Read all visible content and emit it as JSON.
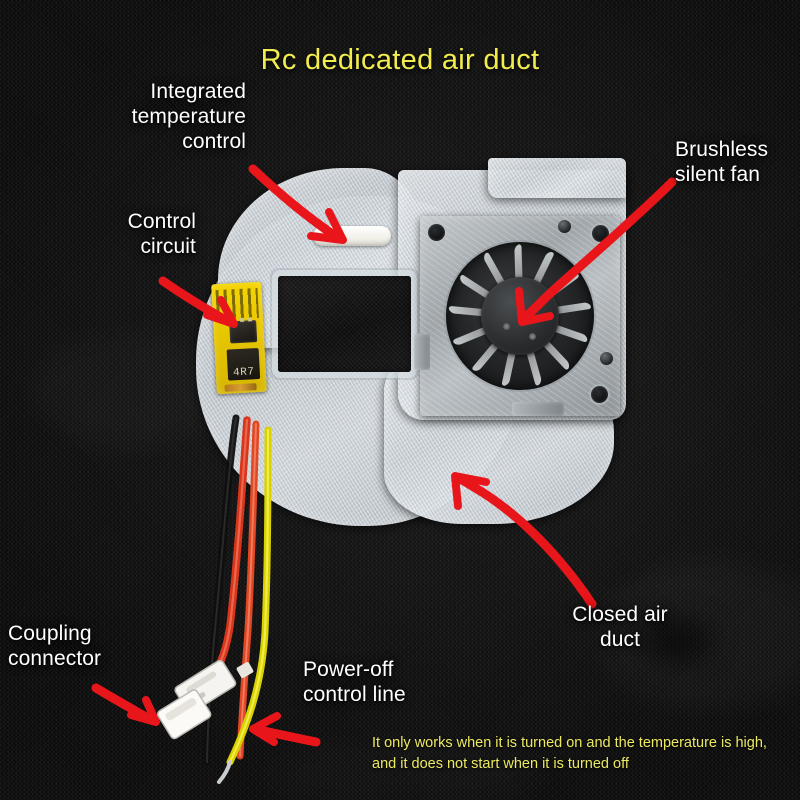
{
  "title": "Rc dedicated air duct",
  "caption": "It only works when it is turned on and the temperature is high, and it does not start when it is turned off",
  "colors": {
    "title_yellow": "#f2ec4f",
    "caption_yellow": "#ecea62",
    "arrow_red": "#e8161a",
    "label_white": "#ffffff",
    "background_black": "#121212",
    "pcb_yellow": "#f5d400",
    "wire_red": "#e8341f",
    "wire_black": "#111111",
    "wire_yellow": "#e8e000",
    "connector_white": "#f4f2ee",
    "fan_metal": "#aab0b4",
    "duct_translucent": "#d8dfe4"
  },
  "labels": [
    {
      "id": "integrated-temperature-control",
      "text": "Integrated\ntemperature\ncontrol",
      "align": "right"
    },
    {
      "id": "control-circuit",
      "text": "Control\ncircuit",
      "align": "right"
    },
    {
      "id": "brushless-silent-fan",
      "text": "Brushless\nsilent fan",
      "align": "left"
    },
    {
      "id": "closed-air-duct",
      "text": "Closed air\nduct",
      "align": "center"
    },
    {
      "id": "coupling-connector",
      "text": "Coupling\nconnector",
      "align": "left"
    },
    {
      "id": "power-off-control-line",
      "text": "Power-off\ncontrol line",
      "align": "left"
    }
  ],
  "device": {
    "pcb_marking": "4R7",
    "parts": [
      "translucent 3d printed air duct body",
      "white temperature sensor capsule",
      "yellow kapton taped control circuit board",
      "brushless blower fan with metal housing",
      "dark rectangular air inlet window",
      "red black and yellow lead wires",
      "white two pin coupling connector pair",
      "yellow power-off control line"
    ]
  },
  "annotations": {
    "arrow_count": 7,
    "arrow_color": "#e8161a"
  }
}
